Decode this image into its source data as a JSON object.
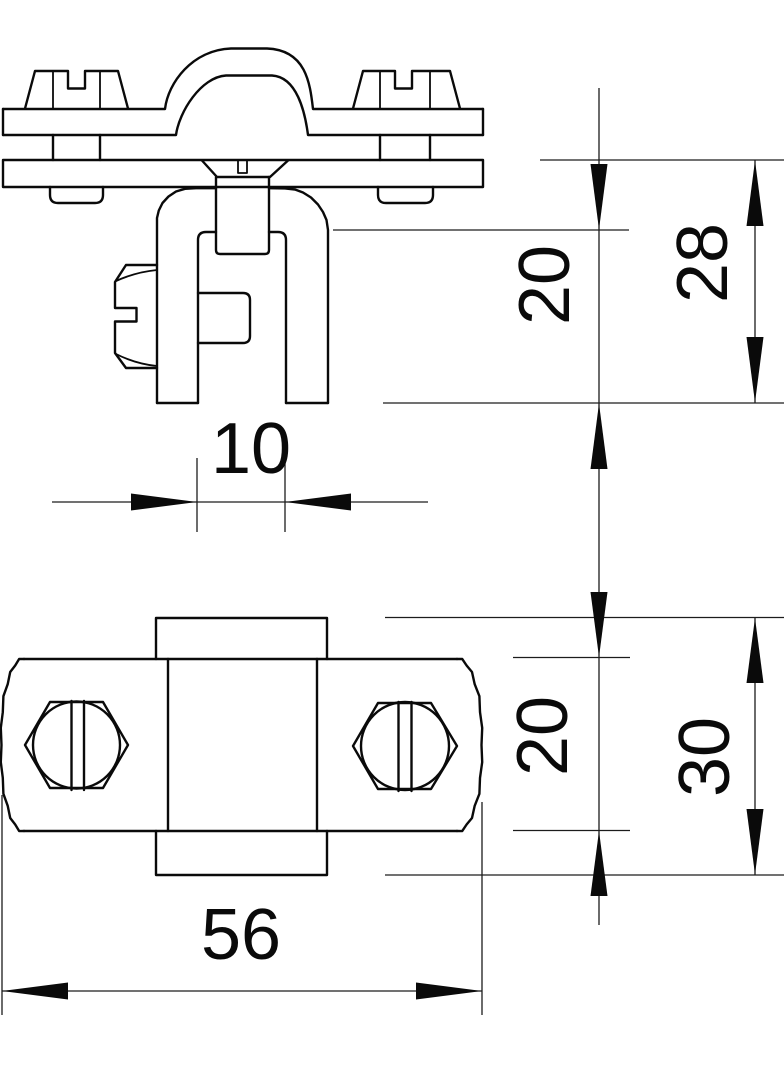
{
  "drawing": {
    "type": "technical-dimension-drawing",
    "views": {
      "front": "front elevation of conductor clamp with saddle strap, two slotted screws and side hex bolt",
      "plan": "plan view of clamp body with two slotted hex screws and centre strap"
    },
    "dimensions": {
      "front_clamp_height": "20",
      "front_total_height": "28",
      "front_slot_width": "10",
      "plan_body_width": "20",
      "plan_total_depth": "30",
      "plan_overall_length": "56"
    }
  },
  "colors": {
    "line": "#0a0a0a",
    "background": "#ffffff",
    "text": "#0a0a0a"
  }
}
